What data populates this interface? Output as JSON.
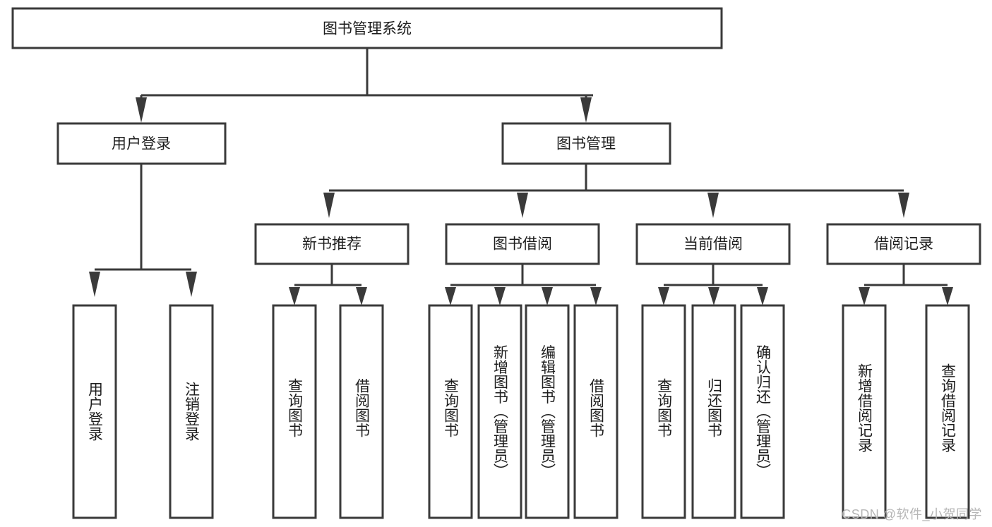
{
  "diagram": {
    "type": "tree-hierarchy",
    "title": "图书管理系统",
    "watermark": "CSDN @软件_小贺同学",
    "orientation": "top-down",
    "levels": 3,
    "root": {
      "id": "root",
      "label": "图书管理系统"
    },
    "level2": [
      {
        "id": "user-login",
        "label": "用户登录"
      },
      {
        "id": "book-management",
        "label": "图书管理"
      }
    ],
    "level3": [
      {
        "id": "new-book-recommend",
        "label": "新书推荐",
        "parent": "book-management"
      },
      {
        "id": "book-borrow",
        "label": "图书借阅",
        "parent": "book-management"
      },
      {
        "id": "current-borrow",
        "label": "当前借阅",
        "parent": "book-management"
      },
      {
        "id": "borrow-record",
        "label": "借阅记录",
        "parent": "book-management"
      }
    ],
    "leaves": [
      {
        "id": "leaf-user-login",
        "label": "用户登录",
        "parent": "user-login",
        "group": "user-login"
      },
      {
        "id": "leaf-logout-login",
        "label": "注销登录",
        "parent": "user-login",
        "group": "user-login"
      },
      {
        "id": "leaf-query-book-1",
        "label": "查询图书",
        "parent": "new-book-recommend",
        "group": "new-book-recommend"
      },
      {
        "id": "leaf-borrow-book-1",
        "label": "借阅图书",
        "parent": "new-book-recommend",
        "group": "new-book-recommend"
      },
      {
        "id": "leaf-query-book-2",
        "label": "查询图书",
        "parent": "book-borrow",
        "group": "book-borrow"
      },
      {
        "id": "leaf-add-book",
        "label": "新增图书（管理员）",
        "parent": "book-borrow",
        "group": "book-borrow"
      },
      {
        "id": "leaf-edit-book",
        "label": "编辑图书（管理员）",
        "parent": "book-borrow",
        "group": "book-borrow"
      },
      {
        "id": "leaf-borrow-book-2",
        "label": "借阅图书",
        "parent": "book-borrow",
        "group": "book-borrow"
      },
      {
        "id": "leaf-query-book-3",
        "label": "查询图书",
        "parent": "current-borrow",
        "group": "current-borrow"
      },
      {
        "id": "leaf-return-book",
        "label": "归还图书",
        "parent": "current-borrow",
        "group": "current-borrow"
      },
      {
        "id": "leaf-confirm-return",
        "label": "确认归还（管理员）",
        "parent": "current-borrow",
        "group": "current-borrow"
      },
      {
        "id": "leaf-add-record",
        "label": "新增借阅记录",
        "parent": "borrow-record",
        "group": "borrow-record"
      },
      {
        "id": "leaf-query-record",
        "label": "查询借阅记录",
        "parent": "borrow-record",
        "group": "borrow-record"
      }
    ],
    "colors": {
      "stroke": "#3a3a3a",
      "fill": "#ffffff",
      "text": "#1d1d1d",
      "watermark": "#b6b6b6"
    }
  }
}
